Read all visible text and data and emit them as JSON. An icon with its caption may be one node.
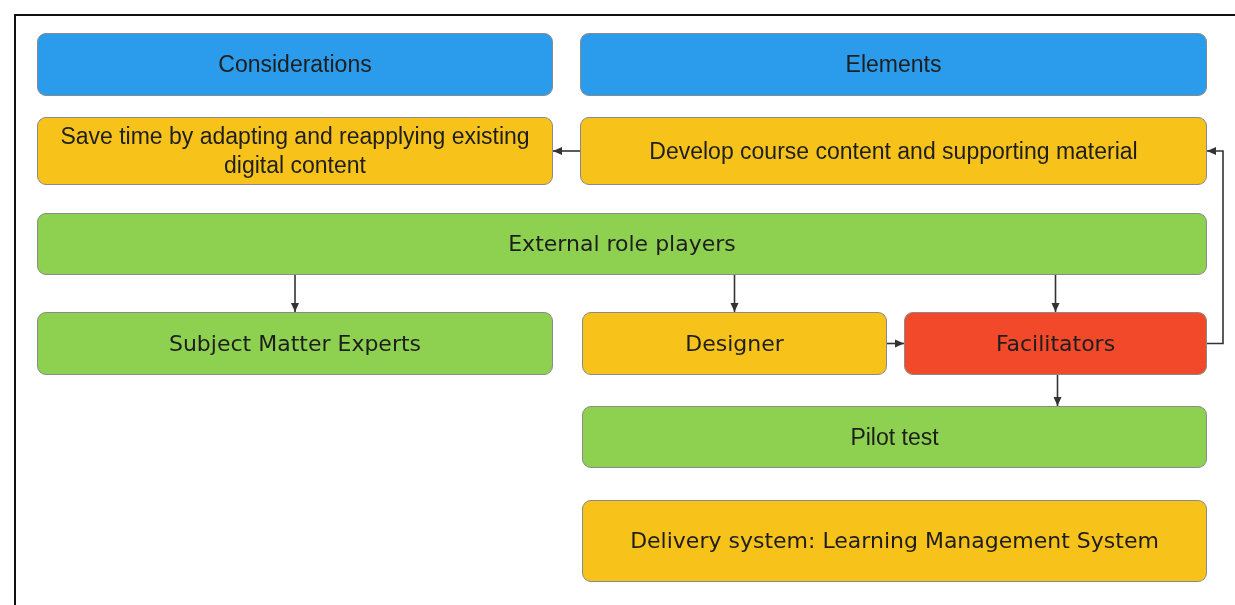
{
  "diagram": {
    "nodes": [
      {
        "text": [
          "Considerations"
        ]
      },
      {
        "text": [
          "Elements"
        ]
      },
      {
        "text": [
          "Save time by adapting and reapplying existing digital content"
        ]
      },
      {
        "text": [
          "Develop course content and supporting material"
        ]
      },
      {
        "text": [
          "External role players"
        ]
      },
      {
        "text": [
          "Subject Matter Experts"
        ]
      },
      {
        "text": [
          "Designer"
        ]
      },
      {
        "text": [
          "Facilitators"
        ]
      },
      {
        "text": [
          "Pilot test"
        ]
      },
      {
        "text": [
          "Delivery system: Learning Management System"
        ]
      }
    ],
    "edges": [
      {
        "from": 3,
        "to": 2,
        "arrow": "to"
      },
      {
        "from": 4,
        "to": 5,
        "arrow": "to"
      },
      {
        "from": 4,
        "to": 6,
        "arrow": "to"
      },
      {
        "from": 4,
        "to": 7,
        "arrow": "to"
      },
      {
        "from": 6,
        "to": 7,
        "arrow": "to"
      },
      {
        "from": 7,
        "to": 8,
        "arrow": "to"
      },
      {
        "from": 7,
        "to": 3,
        "arrow": "to"
      }
    ]
  }
}
